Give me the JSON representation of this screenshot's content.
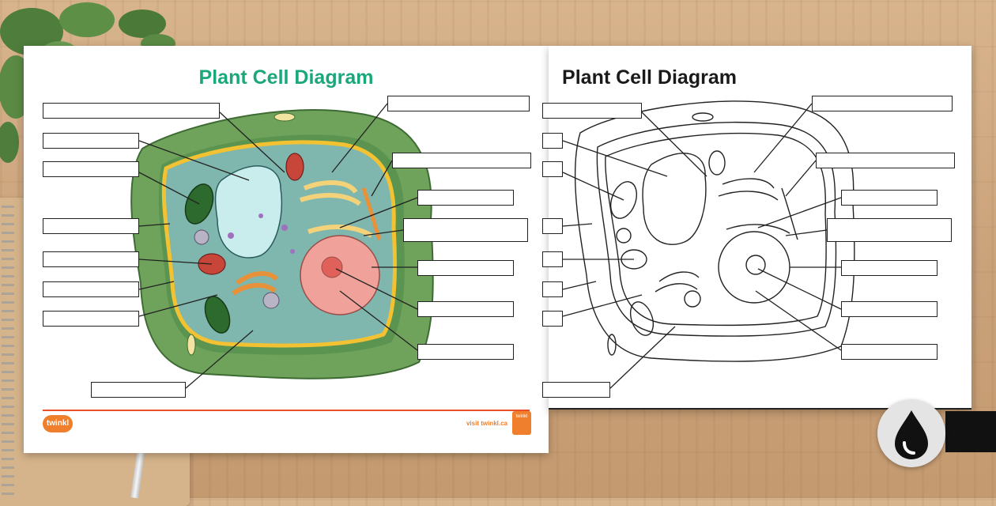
{
  "color_sheet": {
    "title": "Plant Cell Diagram",
    "footer_logo": "twinkl",
    "footer_url": "visit twinkl.ca",
    "badge_text": "twinkl"
  },
  "bw_sheet": {
    "title": "Plant Cell Diagram"
  },
  "colors": {
    "title_green": "#1aa77c",
    "cell_wall_green": "#6fa35b",
    "brand_orange": "#f07f2d",
    "footer_line": "#e8502a"
  },
  "icons": [
    "water-drop-icon"
  ]
}
